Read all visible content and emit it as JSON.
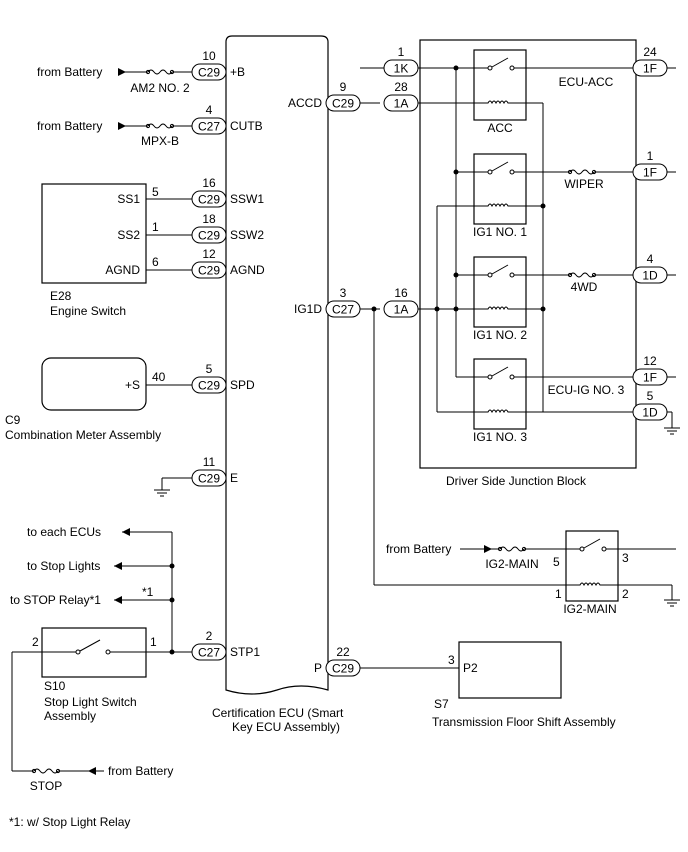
{
  "connectors": [
    {
      "id": "c29-b",
      "label": "C29"
    },
    {
      "id": "c27-cutb",
      "label": "C27"
    },
    {
      "id": "c29-ssw1",
      "label": "C29"
    },
    {
      "id": "c29-ssw2",
      "label": "C29"
    },
    {
      "id": "c29-agnd",
      "label": "C29"
    },
    {
      "id": "c29-spd",
      "label": "C29"
    },
    {
      "id": "c29-e",
      "label": "C29"
    },
    {
      "id": "c27-stp1",
      "label": "C27"
    },
    {
      "id": "c29-accd",
      "label": "C29"
    },
    {
      "id": "c27-ig1d",
      "label": "C27"
    },
    {
      "id": "c29-p",
      "label": "C29"
    },
    {
      "id": "jb-1k",
      "label": "1K"
    },
    {
      "id": "jb-1a-accd",
      "label": "1A"
    },
    {
      "id": "jb-1a-ig1d",
      "label": "1A"
    },
    {
      "id": "jb-1f-acc",
      "label": "1F"
    },
    {
      "id": "jb-1f-wiper",
      "label": "1F"
    },
    {
      "id": "jb-1d-4wd",
      "label": "1D"
    },
    {
      "id": "jb-1f-ecuig",
      "label": "1F"
    },
    {
      "id": "jb-1d-gnd",
      "label": "1D"
    }
  ],
  "labels": {
    "from_battery_1": "from Battery",
    "from_battery_2": "from Battery",
    "from_battery_3": "from Battery",
    "from_battery_4": "from Battery",
    "fuse_am2": "AM2 NO. 2",
    "fuse_mpxb": "MPX-B",
    "fuse_stop": "STOP",
    "fuse_wiper": "WIPER",
    "fuse_4wd": "4WD",
    "fuse_ecu_acc": "ECU-ACC",
    "fuse_ecu_ig3": "ECU-IG NO. 3",
    "fuse_ig2_main": "IG2-MAIN",
    "relay_acc": "ACC",
    "relay_ig1_1": "IG1 NO. 1",
    "relay_ig1_2": "IG1 NO. 2",
    "relay_ig1_3": "IG1 NO. 3",
    "relay_ig2_main": "IG2-MAIN",
    "term_b": "+B",
    "term_cutb": "CUTB",
    "term_ssw1": "SSW1",
    "term_ssw2": "SSW2",
    "term_agnd": "AGND",
    "term_spd": "SPD",
    "term_e": "E",
    "term_stp1": "STP1",
    "term_accd": "ACCD",
    "term_ig1d": "IG1D",
    "term_p": "P",
    "es_ss1": "SS1",
    "es_ss2": "SS2",
    "es_agnd": "AGND",
    "cm_s": "+S",
    "tf_p2": "P2",
    "to_each_ecus": "to each ECUs",
    "to_stop_lights": "to Stop Lights",
    "to_stop_relay": "to STOP Relay*1",
    "star_note_mark": "*1",
    "e28_code": "E28",
    "e28_name": "Engine Switch",
    "c9_code": "C9",
    "c9_name": "Combination Meter Assembly",
    "s10_code": "S10",
    "s10_name_1": "Stop Light Switch",
    "s10_name_2": "Assembly",
    "s7_code": "S7",
    "s7_name": "Transmission Floor Shift Assembly",
    "ecu_name_1": "Certification ECU (Smart",
    "ecu_name_2": "Key ECU Assembly)",
    "jb_name": "Driver Side Junction Block",
    "footnote": "*1: w/ Stop Light Relay"
  },
  "pins": {
    "b": "10",
    "cutb": "4",
    "ssw1": "16",
    "ssw2": "18",
    "agnd": "12",
    "spd": "5",
    "e": "11",
    "stp1": "2",
    "accd": "9",
    "ig1d": "3",
    "p": "22",
    "es_ss1": "5",
    "es_ss2": "1",
    "es_agnd": "6",
    "cm_s": "40",
    "sw_in": "2",
    "sw_out": "1",
    "tf_p2": "3",
    "jb_1k": "1",
    "jb_1a_accd": "28",
    "jb_1a_ig1d": "16",
    "jb_acc": "24",
    "jb_wiper": "1",
    "jb_4wd": "4",
    "jb_ecuig": "12",
    "jb_gnd": "5",
    "ig2_5": "5",
    "ig2_3": "3",
    "ig2_1": "1",
    "ig2_2": "2"
  }
}
